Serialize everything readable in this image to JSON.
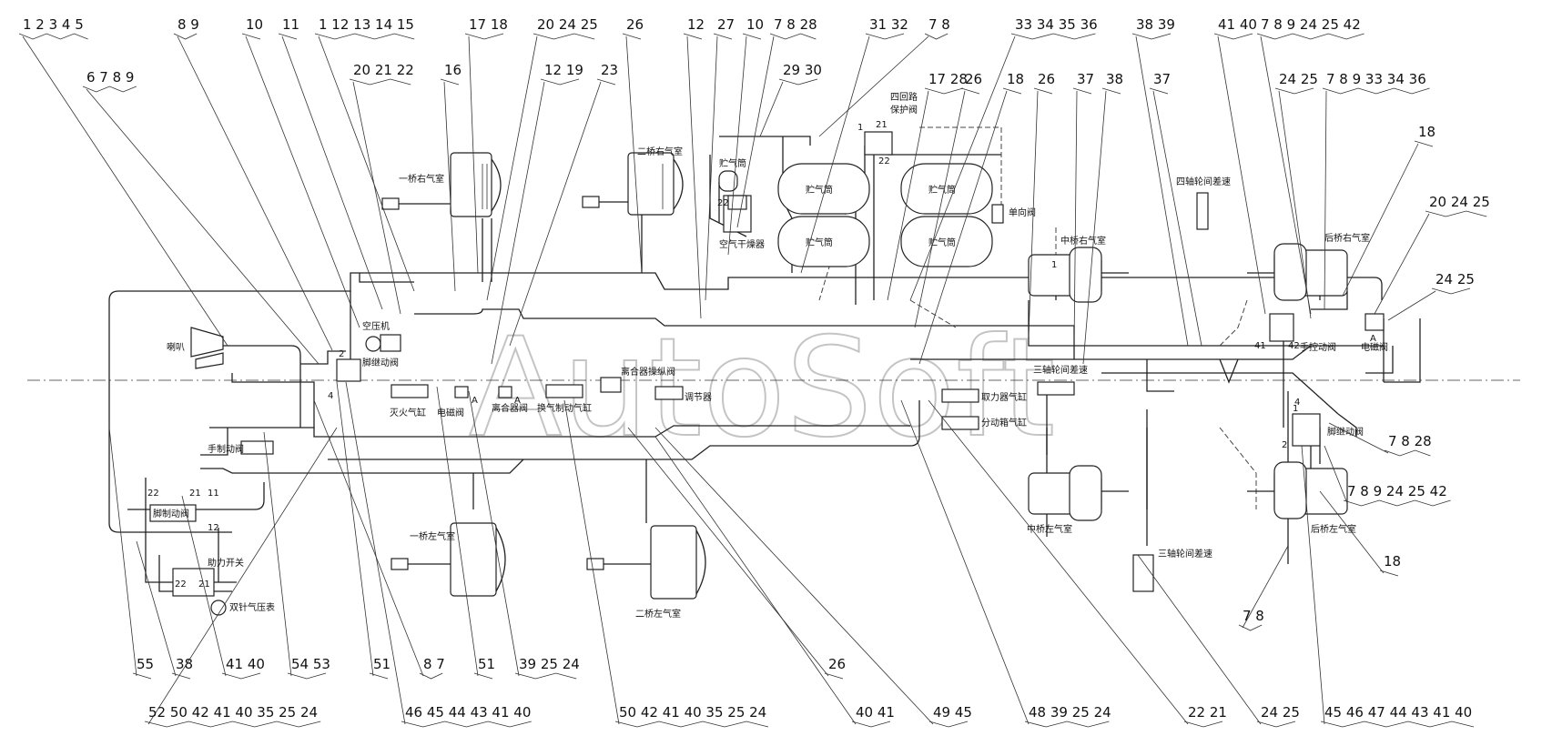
{
  "watermark": "AutoSoft",
  "labels": {
    "axle1_right_chamber": "一桥右气室",
    "axle1_left_chamber": "一桥左气室",
    "axle2_right_chamber": "二桥右气室",
    "axle2_left_chamber": "二桥左气室",
    "mid_right_chamber": "中桥右气室",
    "mid_left_chamber": "中桥左气室",
    "rear_right_chamber": "后桥右气室",
    "rear_left_chamber": "后桥左气室",
    "horn": "喇叭",
    "compressor": "空压机",
    "foot_relay_valve": "脚继动阀",
    "flameout_cylinder": "灭火气缸",
    "solenoid_valve": "电磁阀",
    "clutch_valve": "离合器阀",
    "clutch_booster": "离合器操纵阀",
    "shift_cylinder": "换气制动气缸",
    "regulator": "调节器",
    "air_tank_small": "贮气筒",
    "air_tank_1": "贮气筒",
    "air_tank_2": "贮气筒",
    "air_tank_3": "贮气筒",
    "air_tank_4": "贮气筒",
    "air_dryer": "空气干燥器",
    "four_circuit_valve_l1": "四回路",
    "four_circuit_valve_l2": "保护阀",
    "check_valve": "单向阀",
    "axle4_diff_valve": "四轴轮间差速",
    "axle3_diff_valve": "三轴轮间差速",
    "axle3_diff_lock": "三轴轮间差速",
    "pto_cylinder": "取力器气缸",
    "transfer_cylinder": "分动箱气缸",
    "hand_brake_valve": "手制动阀",
    "brake_valve": "脚制动阀",
    "booster_switch": "助力开关",
    "gauge": "双针气压表",
    "hand_control_valve": "手控动阀",
    "foot_relay_valve_r": "脚继动阀",
    "emergency_valve": "电磁阀"
  },
  "port_labels": [
    "1",
    "2",
    "21",
    "22",
    "11",
    "12",
    "4",
    "A",
    "41",
    "42"
  ],
  "top_callouts": [
    {
      "text": "1 2 3 4 5"
    },
    {
      "text": "6 7 8 9"
    },
    {
      "text": "8 9"
    },
    {
      "text": "10"
    },
    {
      "text": "11"
    },
    {
      "text": "1 12 13 14 15"
    },
    {
      "text": "17 18"
    },
    {
      "text": "20 24 25"
    },
    {
      "text": "26"
    },
    {
      "text": "20 21 22"
    },
    {
      "text": "16"
    },
    {
      "text": "12 19"
    },
    {
      "text": "23"
    },
    {
      "text": "12"
    },
    {
      "text": "27"
    },
    {
      "text": "10"
    },
    {
      "text": "7 8 28"
    },
    {
      "text": "29 30"
    },
    {
      "text": "31 32"
    },
    {
      "text": "7 8"
    },
    {
      "text": "17 28"
    },
    {
      "text": "26"
    },
    {
      "text": "33 34 35 36"
    },
    {
      "text": "18"
    },
    {
      "text": "26"
    },
    {
      "text": "37"
    },
    {
      "text": "38"
    },
    {
      "text": "38 39"
    },
    {
      "text": "37"
    },
    {
      "text": "41 40"
    },
    {
      "text": "7 8 9 24 25 42"
    },
    {
      "text": "24 25"
    },
    {
      "text": "7 8 9 33 34 36"
    },
    {
      "text": "18"
    },
    {
      "text": "20 24 25"
    },
    {
      "text": "24 25"
    }
  ],
  "right_callouts": [
    {
      "text": "7 8 28"
    },
    {
      "text": "7 8 9 24 25 42"
    },
    {
      "text": "18"
    },
    {
      "text": "7 8"
    }
  ],
  "bottom_callouts": [
    {
      "text": "55"
    },
    {
      "text": "38"
    },
    {
      "text": "41 40"
    },
    {
      "text": "54 53"
    },
    {
      "text": "51"
    },
    {
      "text": "8 7"
    },
    {
      "text": "51"
    },
    {
      "text": "39 25 24"
    },
    {
      "text": "52 50 42 41 40 35 25 24"
    },
    {
      "text": "46 45 44 43 41 40"
    },
    {
      "text": "50 42 41 40 35 25 24"
    },
    {
      "text": "26"
    },
    {
      "text": "40 41"
    },
    {
      "text": "49 45"
    },
    {
      "text": "48 39 25 24"
    },
    {
      "text": "22 21"
    },
    {
      "text": "24 25"
    },
    {
      "text": "45 46 47 44 43 41 40"
    }
  ]
}
